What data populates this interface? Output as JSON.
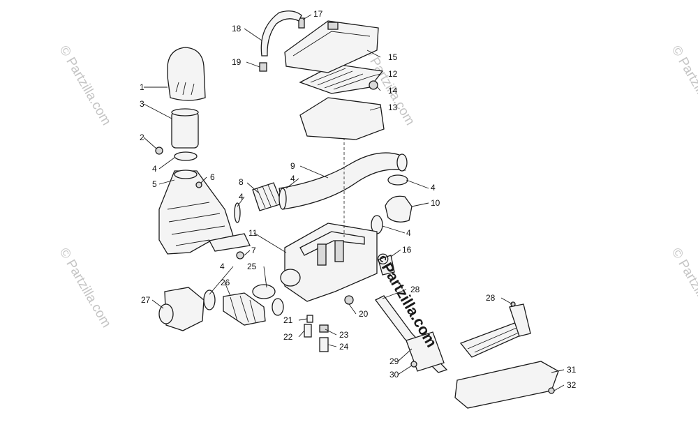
{
  "diagram": {
    "watermark_text": "© Partzilla.com",
    "center_watermark_text": "©Partzilla.com",
    "callouts": [
      "1",
      "2",
      "3",
      "4",
      "4",
      "4",
      "4",
      "4",
      "4",
      "5",
      "6",
      "7",
      "8",
      "9",
      "10",
      "11",
      "12",
      "13",
      "14",
      "15",
      "16",
      "17",
      "18",
      "19",
      "20",
      "21",
      "22",
      "23",
      "24",
      "25",
      "26",
      "27",
      "28",
      "28",
      "29",
      "30",
      "31",
      "32"
    ]
  }
}
